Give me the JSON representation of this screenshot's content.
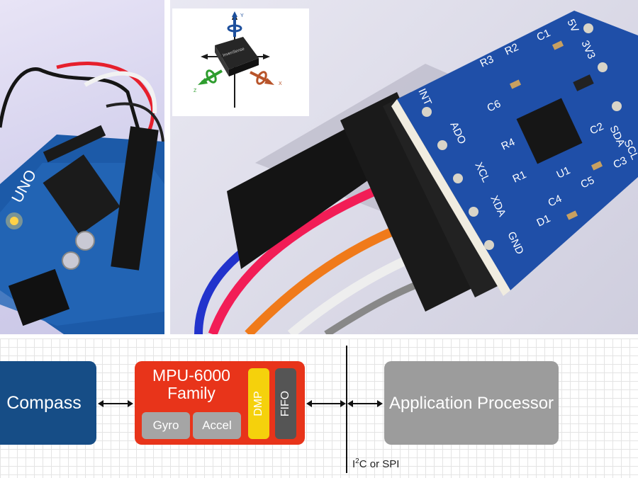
{
  "diagram": {
    "compass": "Compass",
    "mpu_title": "MPU-6000 Family",
    "gyro": "Gyro",
    "accel": "Accel",
    "dmp": "DMP",
    "fifo": "FIFO",
    "app_processor": "Application Processor",
    "bus_label_main": "I",
    "bus_label_sup": "2",
    "bus_label_rest": "C or SPI"
  },
  "board": {
    "silkscreen": [
      "INT",
      "ADO",
      "XCL",
      "XDA",
      "SDA",
      "SCL",
      "GND",
      "3V3",
      "5V",
      "R3",
      "R2",
      "C1",
      "C6",
      "R4",
      "R1",
      "C4",
      "C5",
      "C2",
      "C3",
      "U1",
      "D1"
    ],
    "arduino_text": "UNO"
  },
  "axes_inset": {
    "labels": [
      "Y",
      "Z",
      "X"
    ],
    "chip_text": "InvenSense"
  },
  "colors": {
    "compass": "#164d86",
    "mpu": "#e8341a",
    "sub_block": "#a5a5a5",
    "dmp": "#f5d10c",
    "fifo": "#555555",
    "app": "#9c9c9c",
    "pcb_blue": "#1f4fa8"
  }
}
